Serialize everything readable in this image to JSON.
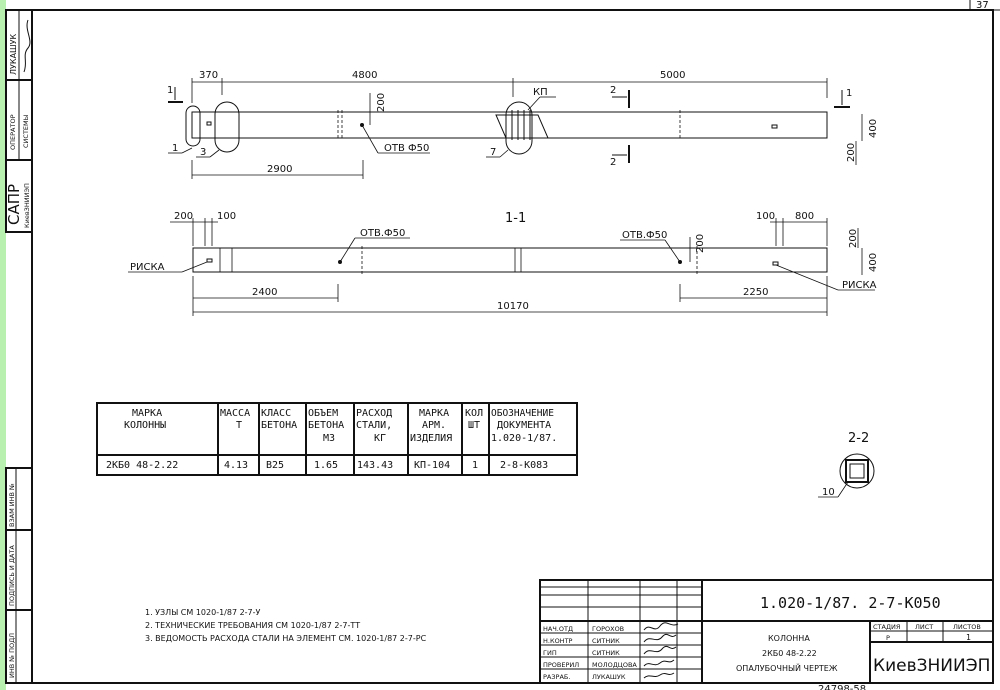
{
  "sheet_corner": "37",
  "left_stamp": {
    "name": "ЛУКАШУК",
    "operator": "ОПЕРАТОР",
    "system": "СИСТЕМЫ",
    "sapr": "САПР",
    "org": "КиевЗНИИЭП",
    "vzam": "ВЗАМ ИНВ №",
    "podpis": "ПОДПИСЬ И ДАТА",
    "inv": "ИНВ № ПОДЛ"
  },
  "elevation": {
    "dims": {
      "d370": "370",
      "d4800": "4800",
      "d5000": "5000",
      "d2900": "2900",
      "d200": "200",
      "d400": "400",
      "d200b": "200"
    },
    "hole": "ОТВ Ф50",
    "kp": "КП",
    "callouts": [
      "1",
      "3",
      "7"
    ],
    "section1": "1",
    "section2": "2"
  },
  "section_1_1": {
    "title": "1-1",
    "dims": {
      "d200": "200",
      "d100": "100",
      "d100r": "100",
      "d800": "800",
      "d200r": "200",
      "d400r": "400",
      "d2400": "2400",
      "d2250": "2250",
      "d10170": "10170",
      "d200v": "200"
    },
    "hole_left": "ОТВ.Ф50",
    "hole_right": "ОТВ.Ф50",
    "riska_left": "РИСКА",
    "riska_right": "РИСКА"
  },
  "section_2_2": {
    "title": "2-2",
    "callout": "10"
  },
  "spec_table": {
    "headers": [
      [
        "МАРКА",
        "КОЛОННЫ"
      ],
      [
        "МАССА",
        "Т"
      ],
      [
        "КЛАСС",
        "БЕТОНА"
      ],
      [
        "ОБЪЕМ",
        "БЕТОНА",
        "М3"
      ],
      [
        "РАСХОД",
        "СТАЛИ,",
        "КГ"
      ],
      [
        "МАРКА",
        "АРМ.",
        "ИЗДЕЛИЯ"
      ],
      [
        "КОЛ",
        "ШТ"
      ],
      [
        "ОБОЗНАЧЕНИЕ",
        "ДОКУМЕНТА",
        "1.020-1/87."
      ]
    ],
    "row": [
      "2КБ0 48-2.22",
      "4.13",
      "B25",
      "1.65",
      "143.43",
      "КП-104",
      "1",
      "2-8-К083"
    ]
  },
  "notes": [
    "1. УЗЛЫ СМ  1020-1/87 2-7-У",
    "2. ТЕХНИЧЕСКИЕ ТРЕБОВАНИЯ СМ  1020-1/87 2-7-ТТ",
    "3. ВЕДОМОСТЬ РАСХОДА СТАЛИ НА ЭЛЕМЕНТ СМ. 1020-1/87 2-7-РС"
  ],
  "title_block": {
    "doc_number": "1.020-1/87.  2-7-К050",
    "roles": [
      {
        "role": "НАЧ.ОТД",
        "name": "ГОРОХОВ"
      },
      {
        "role": "Н.КОНТР",
        "name": "СИТНИК"
      },
      {
        "role": "ГИП",
        "name": "СИТНИК"
      },
      {
        "role": "ПРОВЕРИЛ",
        "name": "МОЛОДЦОВА"
      },
      {
        "role": "РАЗРАБ.",
        "name": "ЛУКАШУК"
      }
    ],
    "title_lines": [
      "КОЛОННА",
      "2КБ0 48-2.22",
      "ОПАЛУБОЧНЫЙ ЧЕРТЕЖ"
    ],
    "stage_label": "СТАДИЯ",
    "sheet_label": "ЛИСТ",
    "sheets_label": "ЛИСТОВ",
    "stage": "Р",
    "sheets": "1",
    "org": "КиевЗНИИЭП"
  },
  "bottom_code": "24798-58",
  "colors": {
    "margin_strip": "#b8f0b0",
    "ink": "#111111"
  }
}
